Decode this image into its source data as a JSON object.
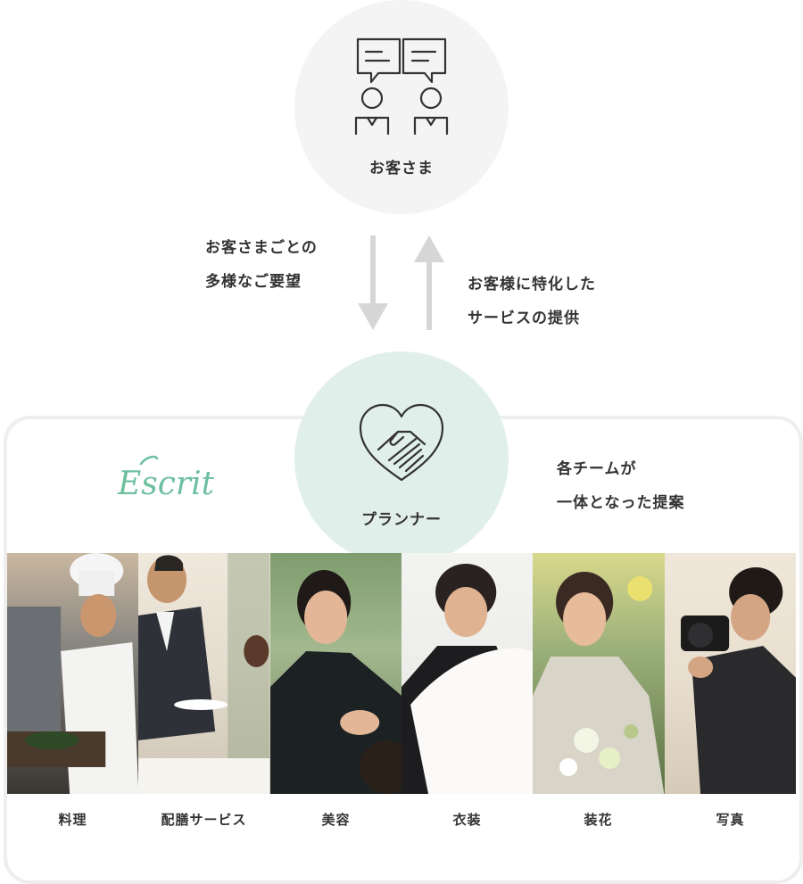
{
  "customer": {
    "label": "お客さま",
    "icon": "conversation-icon"
  },
  "request_text": {
    "line1": "お客さまごとの",
    "line2": "多様なご要望"
  },
  "service_text": {
    "line1": "お客様に特化した",
    "line2": "サービスの提供"
  },
  "planner": {
    "label": "プランナー",
    "icon": "handshake-heart-icon"
  },
  "brand": {
    "logo_text": "Escrit",
    "color": "#6dbf9f"
  },
  "team_text": {
    "line1": "各チームが",
    "line2": "一体となった提案"
  },
  "teams": [
    {
      "label": "料理",
      "photo": "chef-photo"
    },
    {
      "label": "配膳サービス",
      "photo": "waiter-photo"
    },
    {
      "label": "美容",
      "photo": "beautician-photo"
    },
    {
      "label": "衣装",
      "photo": "costume-photo"
    },
    {
      "label": "装花",
      "photo": "florist-photo"
    },
    {
      "label": "写真",
      "photo": "photographer-photo"
    }
  ],
  "colors": {
    "customer_circle": "#f4f4f4",
    "planner_circle": "#e1efea",
    "arrow": "#d6d6d6",
    "panel_border": "#eeeeee",
    "icon_stroke": "#333333"
  }
}
